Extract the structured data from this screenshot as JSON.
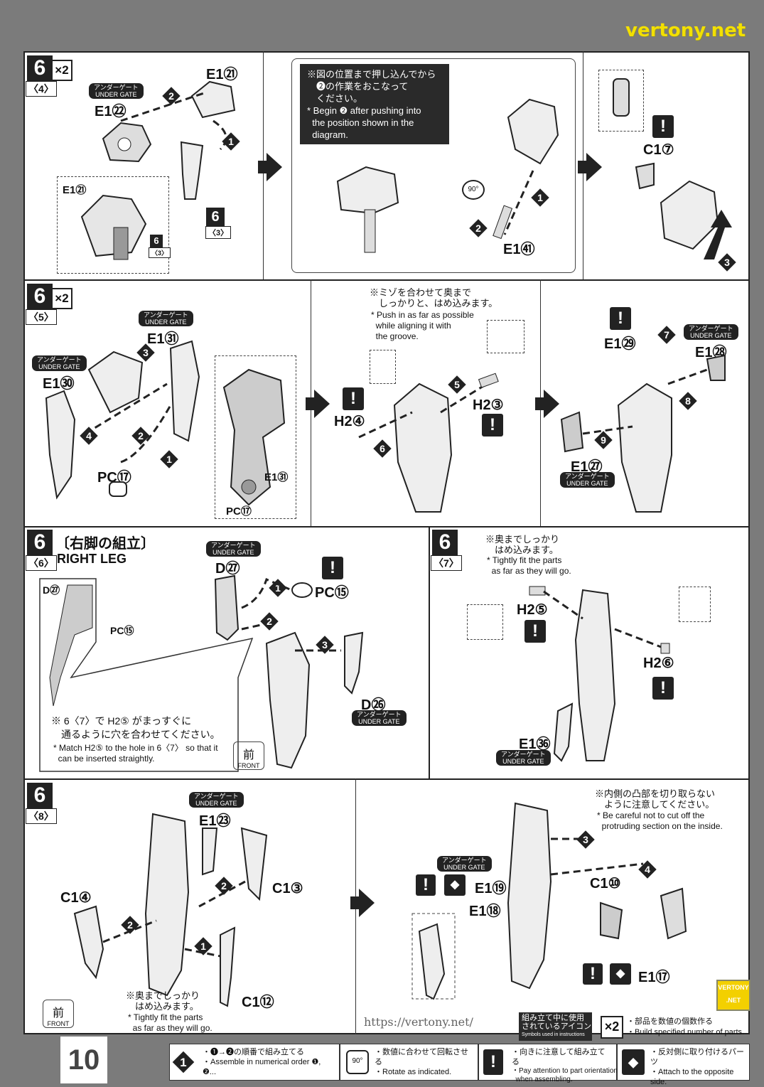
{
  "page_number": "10",
  "under_gate": "アンダーゲート\nUNDER GATE",
  "steps": {
    "s4": {
      "num": "6",
      "sub": "〈4〉",
      "mult": "×2",
      "labels": {
        "e122": "E1㉒",
        "e121": "E1㉑",
        "ref63": "6",
        "ref63sub": "〈3〉",
        "inset_e121": "E1㉑",
        "inset_ref": "6",
        "inset_refsub": "〈3〉",
        "e141": "E1㊶",
        "c17": "C1⑦"
      },
      "note": "※図の位置まで押し込んでから\n　❷の作業をおこなって\n　ください。\n* Begin ❷ after pushing into\n  the position shown in the\n  diagram.",
      "rotate": "90°"
    },
    "s5": {
      "num": "6",
      "sub": "〈5〉",
      "mult": "×2",
      "labels": {
        "e131": "E1㉛",
        "e130": "E1㉚",
        "pc17": "PC⑰",
        "inset_e131": "E1㉛",
        "inset_pc17": "PC⑰",
        "h24": "H2④",
        "h23": "H2③",
        "e129": "E1㉙",
        "e128": "E1㉘",
        "e127": "E1㉗"
      },
      "note_jp": "※ミゾを合わせて奥まで\n　しっかりと、はめ込みます。",
      "note_en": "* Push in as far as possible\n  while aligning it with\n  the groove."
    },
    "s6": {
      "num": "6",
      "sub": "〈6〉",
      "title_jp": "〔右脚の組立〕",
      "title_en": "RIGHT LEG",
      "labels": {
        "d27": "D㉗",
        "pc15": "PC⑮",
        "d26": "D㉖",
        "inset_d27": "D㉗",
        "inset_pc15": "PC⑮"
      },
      "note_jp": "※ 6〈7〉で H2⑤ がまっすぐに\n　通るように穴を合わせてください。",
      "note_en": "* Match H2⑤ to the hole in 6〈7〉 so that it\n  can be inserted straightly.",
      "front_jp": "前",
      "front_en": "FRONT"
    },
    "s7": {
      "num": "6",
      "sub": "〈7〉",
      "labels": {
        "h25": "H2⑤",
        "h26": "H2⑥",
        "e136": "E1㊱"
      },
      "note_jp": "※奥までしっかり\n　はめ込みます。",
      "note_en": "* Tightly fit the parts\n  as far as they will go."
    },
    "s8": {
      "num": "6",
      "sub": "〈8〉",
      "labels": {
        "e123": "E1㉓",
        "c14": "C1④",
        "c13": "C1③",
        "c112": "C1⑫",
        "c110": "C1⑩",
        "e119": "E1⑲",
        "e118": "E1⑱",
        "e117": "E1⑰"
      },
      "note_jp": "※奥までしっかり\n　はめ込みます。",
      "note_en": "* Tightly fit the parts\n  as far as they will go.",
      "note2_jp": "※内側の凸部を切り取らない\n　ように注意してください。",
      "note2_en": "* Be careful not to cut off the\n  protruding section on the inside.",
      "front_jp": "前",
      "front_en": "FRONT"
    }
  },
  "symbols": {
    "title_jp": "組み立て中に使用\nされているアイコン",
    "title_en": "Symbols used in instructions",
    "x2_icon": "×2",
    "x2_jp": "・部品を数値の個数作る",
    "x2_en": "・Build specified number of parts.",
    "order_jp": "・❶→❷の順番で組み立てる",
    "order_en": "・Assemble in numerical order ❶, ❷...",
    "rotate_icon": "90°",
    "rotate_jp": "・数値に合わせて回転させる",
    "rotate_en": "・Rotate as indicated.",
    "attention_jp": "・向きに注意して組み立てる",
    "attention_en": "・Pay attention to part orientation\n  when assembling.",
    "opposite_jp": "・反対側に取り付けるパーツ",
    "opposite_en": "・Attach to the opposite side."
  },
  "watermark": {
    "logo": "VERTONY .NET",
    "text": "vertony.net",
    "url": "https://vertony.net/"
  }
}
